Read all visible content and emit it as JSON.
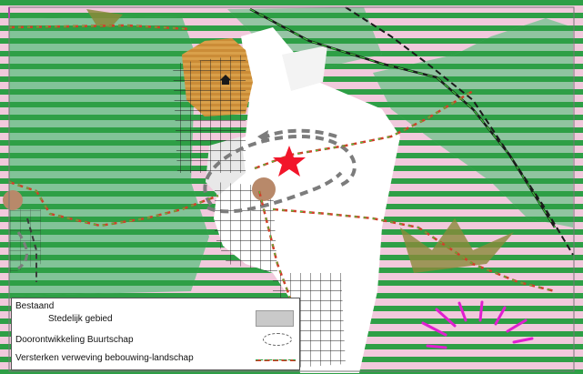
{
  "legend": {
    "heading": "Bestaand",
    "items": [
      {
        "label": "Stedelijk gebied",
        "symbol": "gray-fill"
      },
      {
        "label": "Doorontwikkeling Buurtschap",
        "symbol": "dashed-ellipse"
      },
      {
        "label": "Versterken verweving bebouwing-landschap",
        "symbol": "red-green-dashed-line"
      }
    ]
  },
  "colors": {
    "stripe_green": "#2e9f46",
    "light_green": "#6fc28c",
    "pink": "#f1c9dc",
    "orange": "#d9a04a",
    "magenta": "#e01fd0",
    "brown": "#b8896a",
    "olive": "#8a8a3a",
    "red_star": "#f2152a",
    "route_red": "#d0402a",
    "route_green": "#3ccf3c",
    "rail_black": "#1a1a1a"
  },
  "icons": [
    "star-marker",
    "house-icon",
    "arrow-icon",
    "magenta-burst"
  ]
}
